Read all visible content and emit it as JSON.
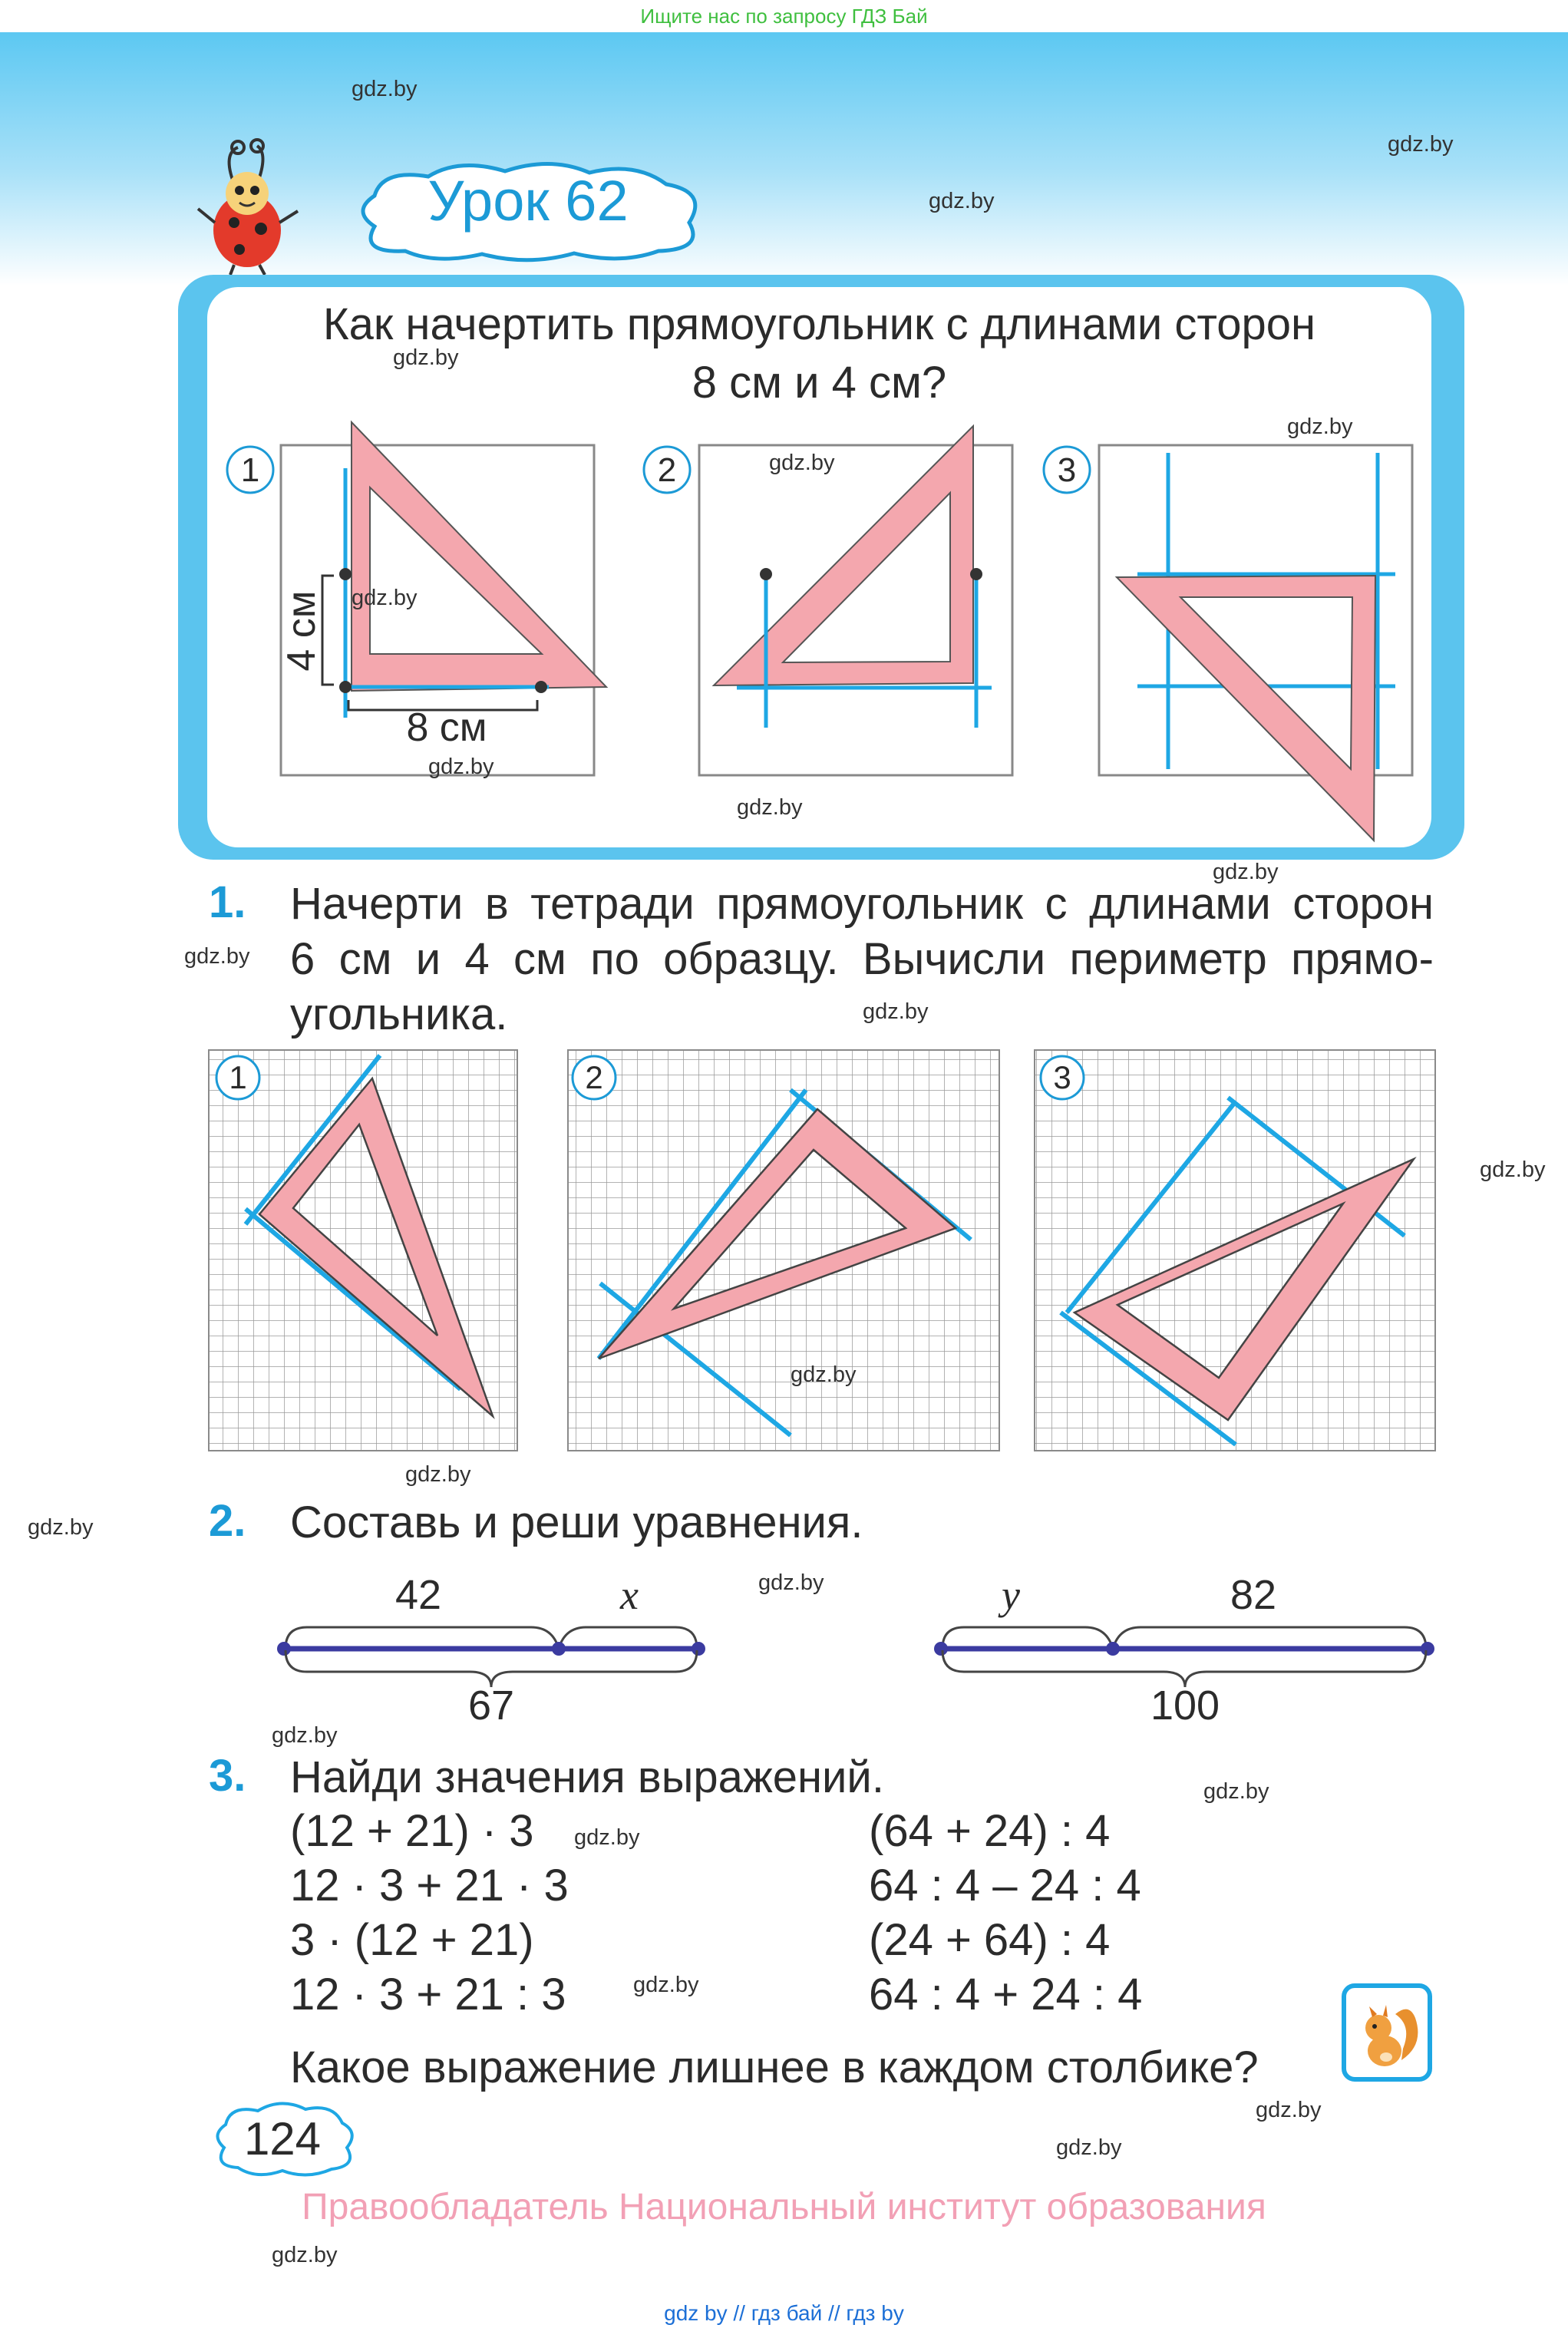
{
  "top_link": "Ищите нас по запросу ГДЗ Бай",
  "watermark": "gdz.by",
  "lesson_title": "Урок 62",
  "question_line1": "Как начертить прямоугольник с длинами сторон",
  "question_line2": "8 см и 4 см?",
  "diagram_top": {
    "steps": [
      "1",
      "2",
      "3"
    ],
    "side_label_vertical": "4 см",
    "side_label_horizontal": "8 см"
  },
  "task1": {
    "number": "1.",
    "lines": [
      "Начерти в тетради прямоугольник с длинами сторон",
      "6 см и 4 см по образцу. Вычисли периметр прямо-",
      "угольника."
    ],
    "steps": [
      "1",
      "2",
      "3"
    ]
  },
  "task2": {
    "number": "2.",
    "text": "Составь и реши уравнения.",
    "scheme1": {
      "part_a": "42",
      "part_b": "x",
      "total": "67"
    },
    "scheme2": {
      "part_a": "y",
      "part_b": "82",
      "total": "100"
    }
  },
  "task3": {
    "number": "3.",
    "text": "Найди значения выражений.",
    "col1": [
      "(12 + 21) · 3",
      "12 · 3 + 21 · 3",
      "3 · (12 + 21)",
      "12 · 3 + 21 : 3"
    ],
    "col2": [
      "(64 + 24) : 4",
      "64 : 4 – 24 : 4",
      "(24 + 64) : 4",
      "64 : 4 + 24 : 4"
    ],
    "question": "Какое выражение лишнее в каждом столбике?"
  },
  "page_number": "124",
  "copyright": "Правообладатель Национальный институт образования",
  "bottom_links": "gdz by  //  гдз бай  //  гдз by",
  "colors": {
    "accent_blue": "#1c9ad6",
    "panel_blue": "#5bc4ee",
    "triangle_pink": "#f4a7ae",
    "line_blue": "#1ea7e4",
    "segment_purple": "#3b3ba0"
  }
}
